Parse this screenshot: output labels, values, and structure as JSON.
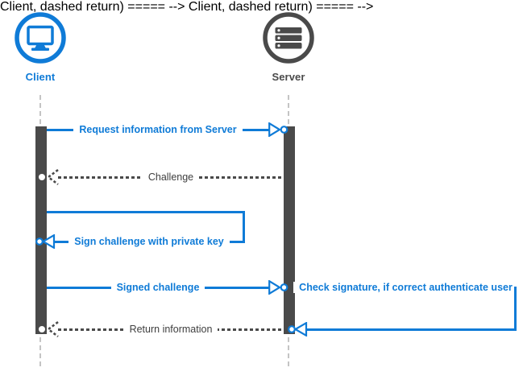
{
  "diagram": {
    "type": "sequence-diagram",
    "topic": "challenge-response authentication",
    "colors": {
      "blue": "#0f7bd7",
      "dark": "#4a4a4a",
      "lifeline": "#c4c4c4",
      "gray_text": "#3e3e3e"
    },
    "actors": {
      "client": {
        "label": "Client",
        "icon": "monitor-icon"
      },
      "server": {
        "label": "Server",
        "icon": "server-rack-icon"
      }
    },
    "messages": {
      "request": {
        "label": "Request information from Server",
        "from": "Client",
        "to": "Server",
        "line": "solid"
      },
      "challenge": {
        "label": "Challenge",
        "from": "Server",
        "to": "Client",
        "line": "dashed"
      },
      "sign": {
        "label": "Sign challenge with private key",
        "from": "Client",
        "to": "Client",
        "line": "solid"
      },
      "signed": {
        "label": "Signed challenge",
        "from": "Client",
        "to": "Server",
        "line": "solid"
      },
      "check": {
        "label": "Check signature, if correct authenticate user",
        "from": "Server",
        "to": "Server",
        "line": "solid"
      },
      "return": {
        "label": "Return information",
        "from": "Server",
        "to": "Client",
        "line": "dashed"
      }
    }
  }
}
